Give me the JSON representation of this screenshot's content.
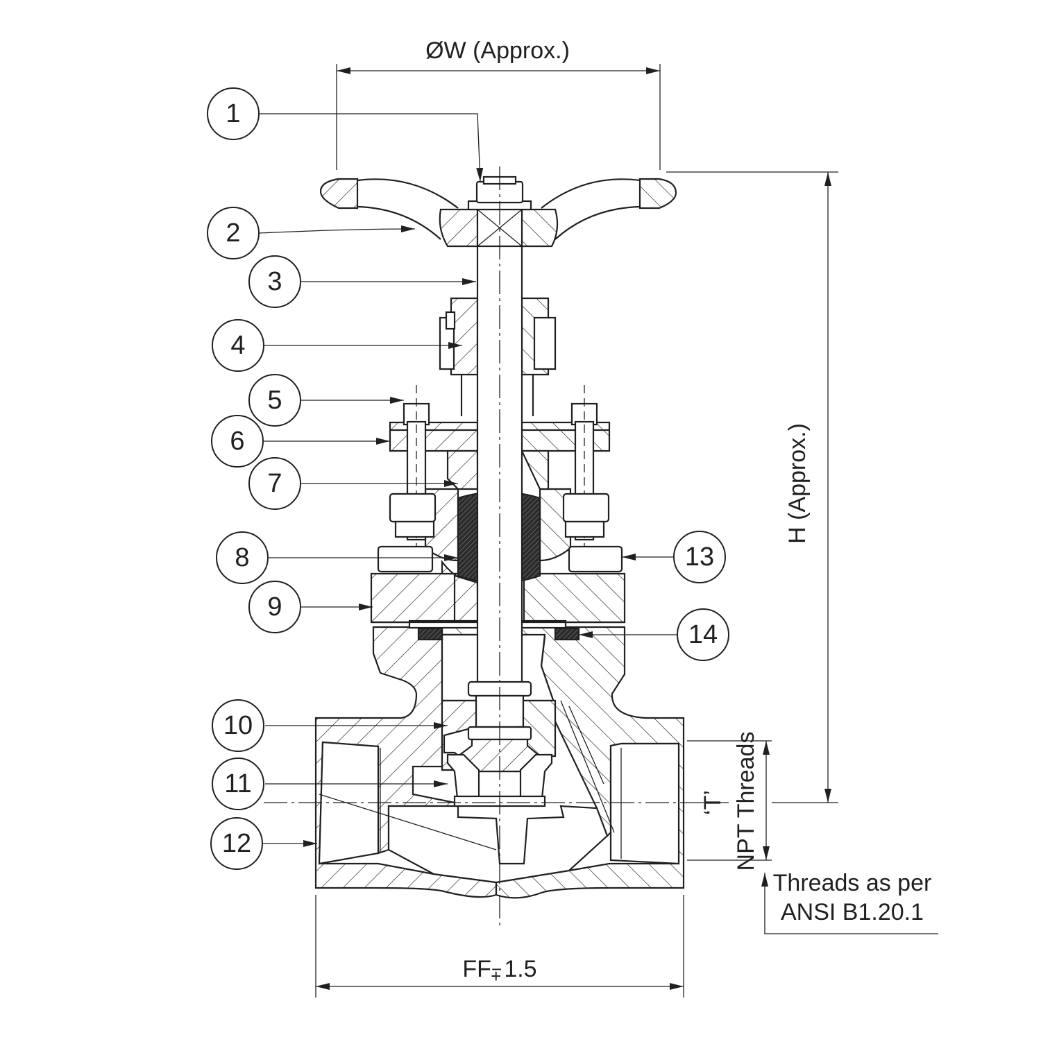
{
  "dimensions": {
    "width_label": "ØW (Approx.)",
    "height_label": "H (Approx.)",
    "face_label": "FF",
    "face_tolerance": "1.5",
    "tolerance_plus": "+",
    "tolerance_minus": "−",
    "thread_depth_label": "‘T’",
    "thread_type_label": "NPT Threads"
  },
  "note": {
    "line1": "Threads as per",
    "line2": "ANSI B1.20.1"
  },
  "callouts": [
    "1",
    "2",
    "3",
    "4",
    "5",
    "6",
    "7",
    "8",
    "9",
    "10",
    "11",
    "12",
    "13",
    "14"
  ],
  "colors": {
    "ink": "#231f20",
    "background": "#ffffff"
  }
}
